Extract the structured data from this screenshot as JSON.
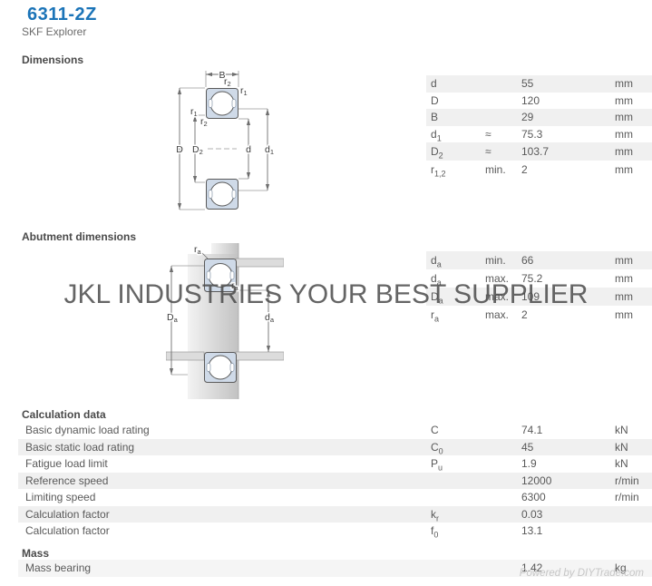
{
  "page": {
    "title": "6311-2Z",
    "subtitle": "SKF Explorer"
  },
  "watermark": {
    "text": "JKL INDUSTRIES YOUR BEST SUPPLIER"
  },
  "footer": {
    "powered_by": "Powered by DIYTrade.com"
  },
  "colors": {
    "accent_blue": "#1b74b8",
    "row_shade": "#f0f0f0",
    "watermark_gray": "#4b4b4b",
    "bearing_fill": "#cfdae8",
    "footer_gray": "#c6c6c6"
  },
  "figures": {
    "dimensions": {
      "labels": {
        "B": "B",
        "r1": "r",
        "r1_sub": "1",
        "r2": "r",
        "r2_sub": "2",
        "D": "D",
        "D2": "D",
        "D2_sub": "2",
        "d": "d",
        "d1": "d",
        "d1_sub": "1"
      }
    },
    "abutment": {
      "labels": {
        "ra": "r",
        "ra_sub": "a",
        "Da": "D",
        "Da_sub": "a",
        "da": "d",
        "da_sub": "a"
      }
    }
  },
  "sections": {
    "dimensions": {
      "heading": "Dimensions",
      "rows": [
        {
          "sym": "d",
          "sub": "",
          "qual": "",
          "value": "55",
          "unit": "mm"
        },
        {
          "sym": "D",
          "sub": "",
          "qual": "",
          "value": "120",
          "unit": "mm"
        },
        {
          "sym": "B",
          "sub": "",
          "qual": "",
          "value": "29",
          "unit": "mm"
        },
        {
          "sym": "d",
          "sub": "1",
          "qual": "≈",
          "value": "75.3",
          "unit": "mm"
        },
        {
          "sym": "D",
          "sub": "2",
          "qual": "≈",
          "value": "103.7",
          "unit": "mm"
        },
        {
          "sym": "r",
          "sub": "1,2",
          "qual": "min.",
          "value": "2",
          "unit": "mm"
        }
      ]
    },
    "abutment": {
      "heading": "Abutment dimensions",
      "rows": [
        {
          "sym": "d",
          "sub": "a",
          "qual": "min.",
          "value": "66",
          "unit": "mm"
        },
        {
          "sym": "d",
          "sub": "a",
          "qual": "max.",
          "value": "75.2",
          "unit": "mm"
        },
        {
          "sym": "D",
          "sub": "a",
          "qual": "max.",
          "value": "109",
          "unit": "mm"
        },
        {
          "sym": "r",
          "sub": "a",
          "qual": "max.",
          "value": "2",
          "unit": "mm"
        }
      ]
    },
    "calculation": {
      "heading": "Calculation data",
      "rows": [
        {
          "label": "Basic dynamic load rating",
          "sym": "C",
          "sub": "",
          "value": "74.1",
          "unit": "kN"
        },
        {
          "label": "Basic static load rating",
          "sym": "C",
          "sub": "0",
          "value": "45",
          "unit": "kN"
        },
        {
          "label": "Fatigue load limit",
          "sym": "P",
          "sub": "u",
          "value": "1.9",
          "unit": "kN"
        },
        {
          "label": "Reference speed",
          "sym": "",
          "sub": "",
          "value": "12000",
          "unit": "r/min"
        },
        {
          "label": "Limiting speed",
          "sym": "",
          "sub": "",
          "value": "6300",
          "unit": "r/min"
        },
        {
          "label": "Calculation factor",
          "sym": "k",
          "sub": "r",
          "value": "0.03",
          "unit": ""
        },
        {
          "label": "Calculation factor",
          "sym": "f",
          "sub": "0",
          "value": "13.1",
          "unit": ""
        }
      ]
    },
    "mass": {
      "heading": "Mass",
      "rows": [
        {
          "label": "Mass bearing",
          "value": "1.42",
          "unit": "kg"
        }
      ]
    }
  }
}
